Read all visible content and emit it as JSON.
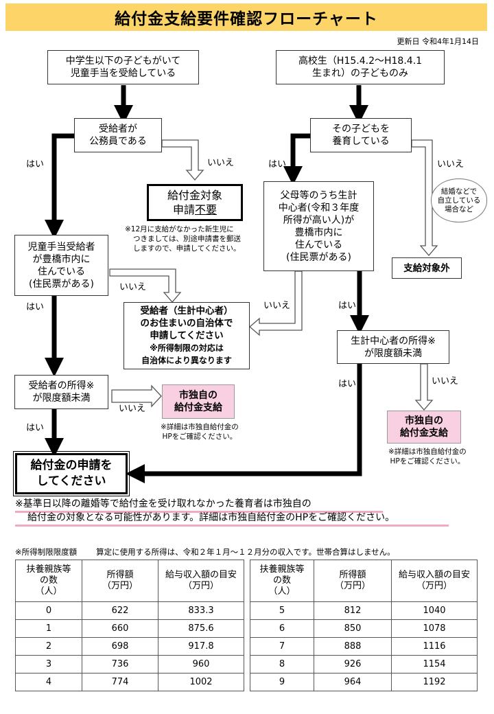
{
  "title": "給付金支給要件確認フローチャート",
  "update_date": "更新日 令和4年1月14日",
  "boxes": {
    "start_left": [
      "中学生以下の子どもがいて",
      "児童手当を受給している"
    ],
    "start_right": [
      "高校生（H15.4.2～H18.4.1",
      "生まれ）の子どものみ"
    ],
    "civil_servant": [
      "受給者が",
      "公務員である"
    ],
    "not_applicable": [
      "給付金対象",
      "申請",
      "不要"
    ],
    "raising": [
      "その子どもを",
      "養育している"
    ],
    "parent_resident": [
      "父母等のうち生計",
      "中心者(令和３年度",
      "所得が高い人)が",
      "豊橋市内に",
      "住んでいる",
      "(住民票がある)"
    ],
    "child_allowance_resident": [
      "児童手当受給者",
      "が豊橋市内に",
      "住んでいる",
      "(住民票がある)"
    ],
    "apply_other": [
      "受給者（生計中心者）",
      "のお住まいの自治体で",
      "申請してください",
      "※所得制限の対応は",
      "自治体により異なります"
    ],
    "excluded": "支給対象外",
    "income_left": [
      "受給者の所得※",
      "が限度額未満"
    ],
    "income_right": [
      "生計中心者の所得※",
      "が限度額未満"
    ],
    "city_benefit_left": [
      "市独自の",
      "給付金支給"
    ],
    "city_benefit_right": [
      "市独自の",
      "給付金支給"
    ],
    "apply": [
      "給付金の申請を",
      "してください"
    ]
  },
  "labels": {
    "yes": "はい",
    "no": "いいえ"
  },
  "cloud": [
    "結婚などで",
    "自立している",
    "場合など"
  ],
  "notes": {
    "newborn": [
      "※12月に支給がなかった新生児に",
      "つきましては、別途申請書を郵送",
      "しますので、申請してください。"
    ],
    "city_hp_left": [
      "※詳細は市独自給付金の",
      "HPをご確認ください。"
    ],
    "city_hp_right": [
      "※詳細は市独自給付金の",
      "HPをご確認ください。"
    ]
  },
  "big_note": [
    "※基準日以降の離婚等で給付金を受け取れなかった養育者は市独自の",
    "給付金の対象となる可能性があります。詳細は市独自給付金のHPをご確認ください。"
  ],
  "limit_note": {
    "label": "※所得制限限度額",
    "text": "算定に使用する所得は、令和２年１月～１２月分の収入です。世帯合算はしません。"
  },
  "table": {
    "headers": [
      "扶養親族等の数（人）",
      "所得額（万円）",
      "給与収入額の目安（万円）"
    ],
    "header_lines": [
      [
        "扶養親族等",
        "の数",
        "（人）"
      ],
      [
        "所得額",
        "（万円）"
      ],
      [
        "給与収入額の目安",
        "（万円）"
      ]
    ],
    "left_rows": [
      [
        "0",
        "622",
        "833.3"
      ],
      [
        "1",
        "660",
        "875.6"
      ],
      [
        "2",
        "698",
        "917.8"
      ],
      [
        "3",
        "736",
        "960"
      ],
      [
        "4",
        "774",
        "1002"
      ]
    ],
    "right_rows": [
      [
        "5",
        "812",
        "1040"
      ],
      [
        "6",
        "850",
        "1078"
      ],
      [
        "7",
        "888",
        "1116"
      ],
      [
        "8",
        "926",
        "1154"
      ],
      [
        "9",
        "964",
        "1192"
      ]
    ]
  }
}
